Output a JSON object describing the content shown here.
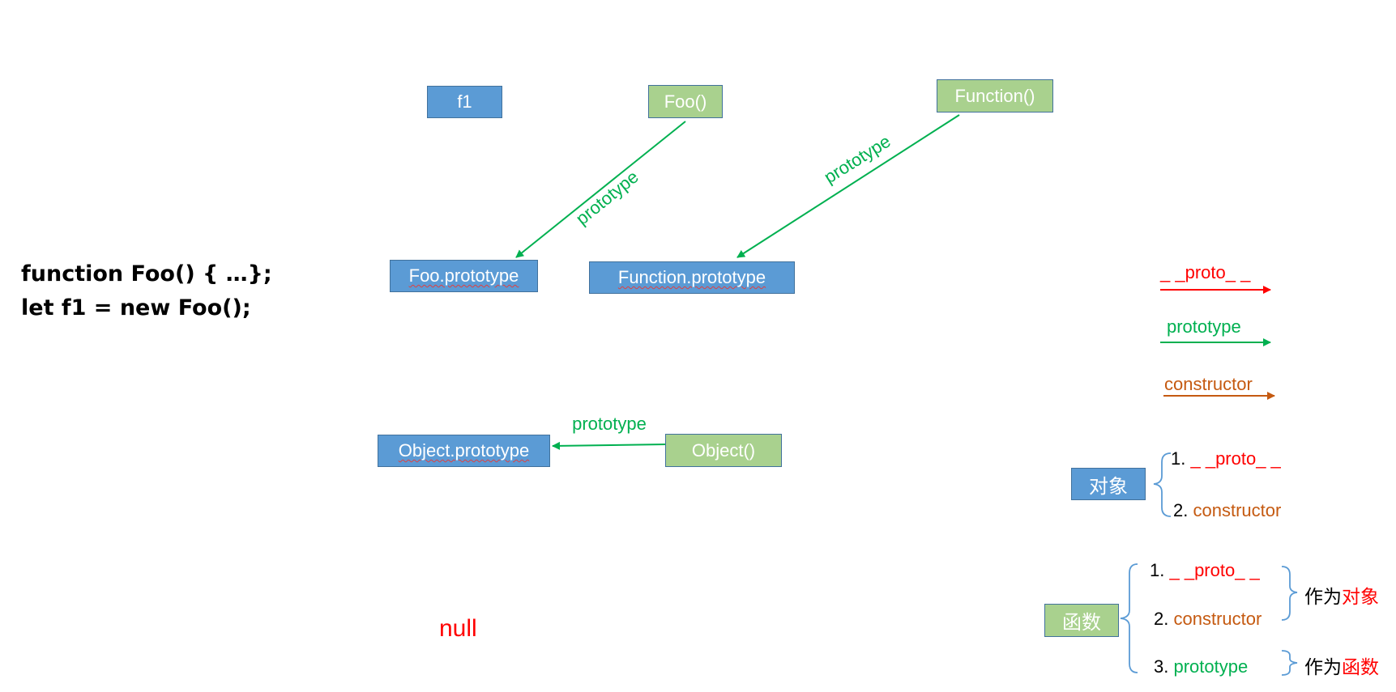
{
  "code": {
    "line1": "function Foo() { …};",
    "line2": "let f1 = new Foo();"
  },
  "nodes": {
    "f1": "f1",
    "foo": "Foo()",
    "function": "Function()",
    "foo_prototype": "Foo.prototype",
    "function_prototype": "Function.prototype",
    "object_prototype": "Object.prototype",
    "object": "Object()",
    "null": "null"
  },
  "edges": {
    "foo_to_proto": "prototype",
    "function_to_proto": "prototype",
    "object_to_proto": "prototype"
  },
  "legend": {
    "proto": "_ _proto_ _",
    "prototype": "prototype",
    "constructor": "constructor",
    "colors": {
      "proto": "#ff0000",
      "prototype": "#00b050",
      "constructor": "#c55a11"
    }
  },
  "object_group": {
    "label": "对象",
    "items": [
      {
        "num": "1.",
        "text": "_ _proto_ _"
      },
      {
        "num": "2.",
        "text": "constructor"
      }
    ]
  },
  "function_group": {
    "label": "函数",
    "items": [
      {
        "num": "1.",
        "text": "_ _proto_ _"
      },
      {
        "num": "2.",
        "text": "constructor"
      },
      {
        "num": "3.",
        "text": "prototype"
      }
    ],
    "as_object_prefix": "作为",
    "as_object_word": "对象",
    "as_function_prefix": "作为",
    "as_function_word": "函数"
  }
}
